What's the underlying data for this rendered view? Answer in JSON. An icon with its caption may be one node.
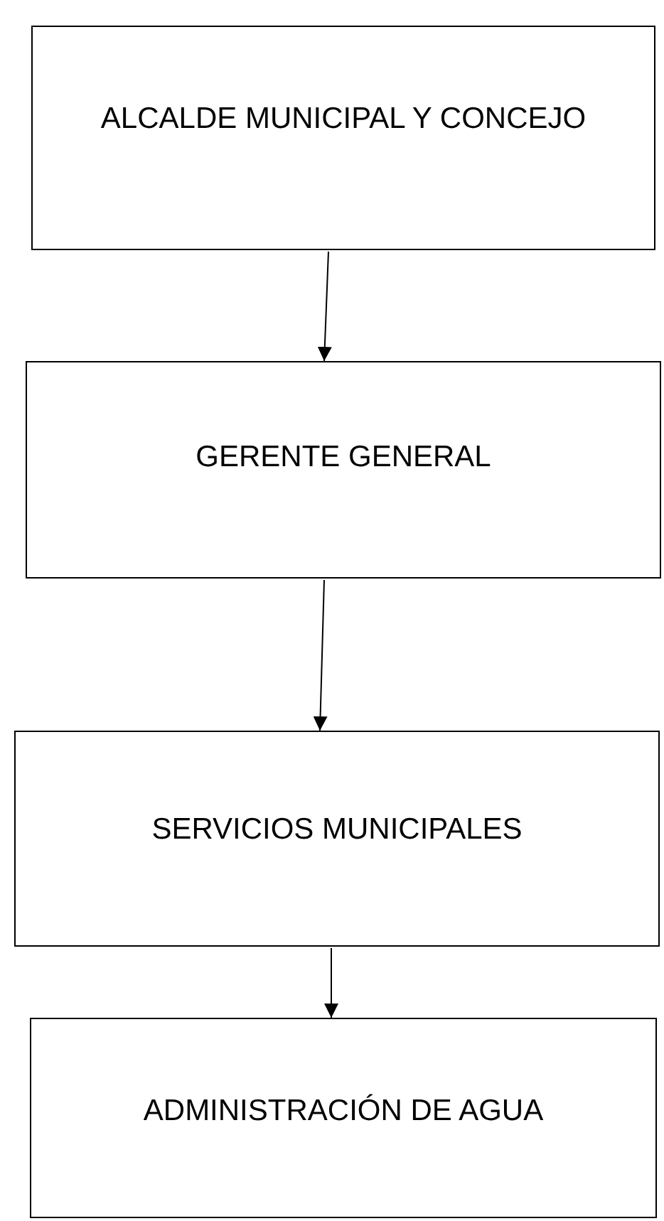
{
  "diagram": {
    "nodes": [
      {
        "text": [
          "ALCALDE MUNICIPAL Y CONCEJO"
        ]
      },
      {
        "text": [
          "GERENTE GENERAL"
        ]
      },
      {
        "text": [
          "SERVICIOS MUNICIPALES"
        ]
      },
      {
        "text": [
          "ADMINISTRACIÓN DE AGUA"
        ]
      }
    ],
    "edges": [
      {
        "from": 0,
        "to": 1,
        "arrow": "to"
      },
      {
        "from": 1,
        "to": 2,
        "arrow": "to"
      },
      {
        "from": 2,
        "to": 3,
        "arrow": "to"
      }
    ]
  }
}
